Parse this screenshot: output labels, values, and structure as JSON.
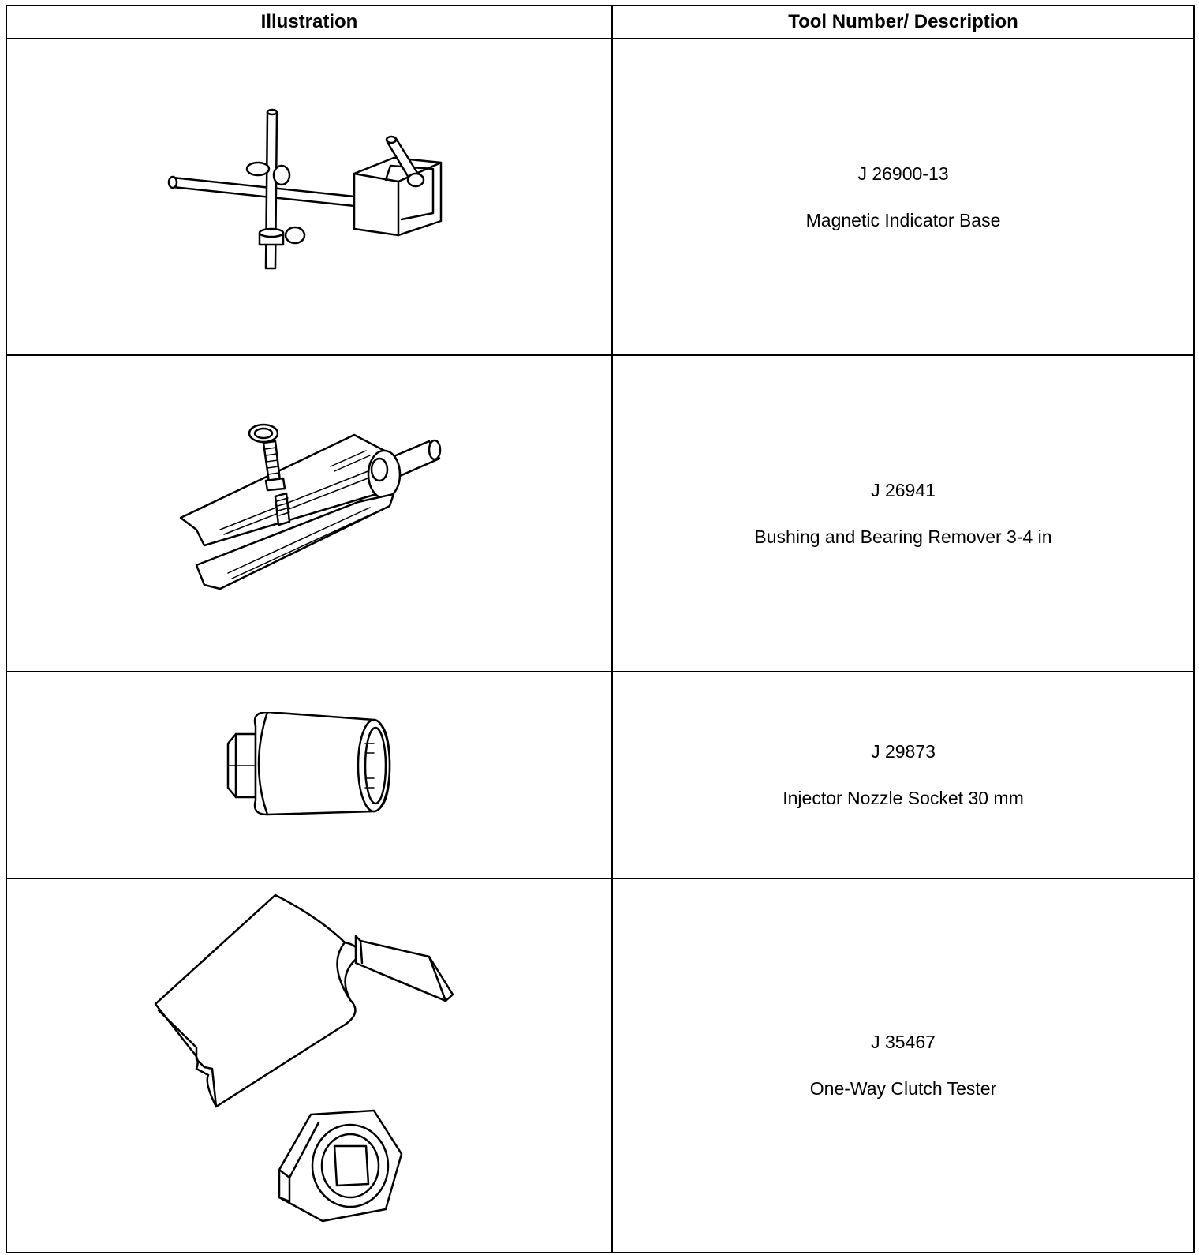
{
  "table": {
    "headers": {
      "illustration": "Illustration",
      "description": "Tool Number/ Description"
    },
    "rows": [
      {
        "tool_number": "J 26900-13",
        "description": "Magnetic Indicator Base",
        "illustration_icon": "magnetic-indicator-base-icon"
      },
      {
        "tool_number": "J 26941",
        "description": "Bushing and Bearing Remover 3-4 in",
        "illustration_icon": "bushing-bearing-remover-icon"
      },
      {
        "tool_number": "J 29873",
        "description": "Injector Nozzle Socket 30 mm",
        "illustration_icon": "injector-nozzle-socket-icon"
      },
      {
        "tool_number": "J 35467",
        "description": "One-Way Clutch Tester",
        "illustration_icon": "one-way-clutch-tester-icon"
      }
    ]
  }
}
